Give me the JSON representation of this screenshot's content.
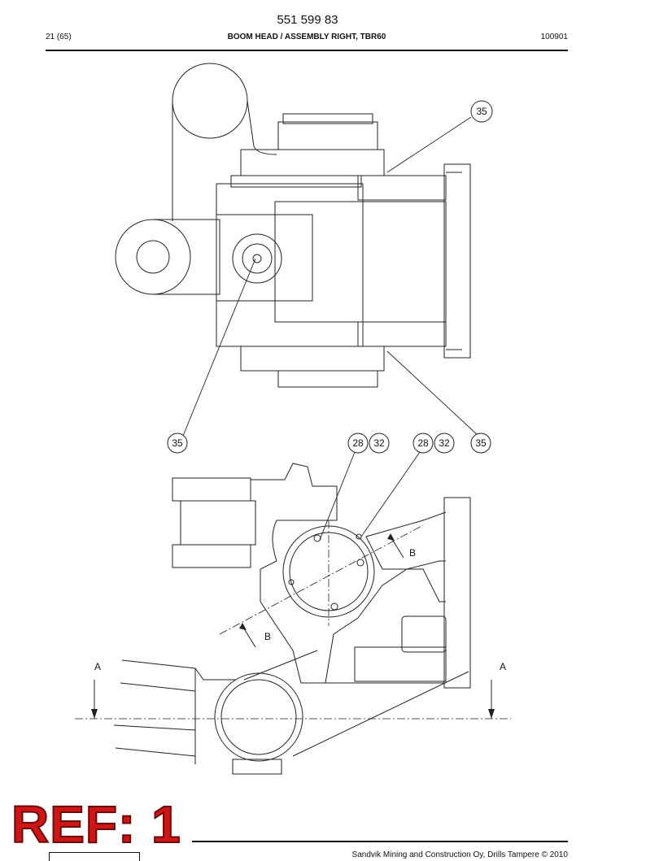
{
  "header": {
    "doc_number": "551 599 83",
    "page": "21 (65)",
    "title": "BOOM HEAD / ASSEMBLY RIGHT, TBR60",
    "date": "100901"
  },
  "callouts": {
    "top_right": "35",
    "left": "35",
    "pair1_a": "28",
    "pair1_b": "32",
    "pair2_a": "28",
    "pair2_b": "32",
    "right": "35"
  },
  "section_labels": {
    "b_upper": "B",
    "b_lower": "B",
    "a_left": "A",
    "a_right": "A"
  },
  "stamp": {
    "text": "REF: 1"
  },
  "footer": {
    "copyright": "Sandvik Mining and Construction Oy, Drills Tampere © 2010"
  },
  "colors": {
    "stamp_fill": "#d01515",
    "line": "#111111"
  }
}
